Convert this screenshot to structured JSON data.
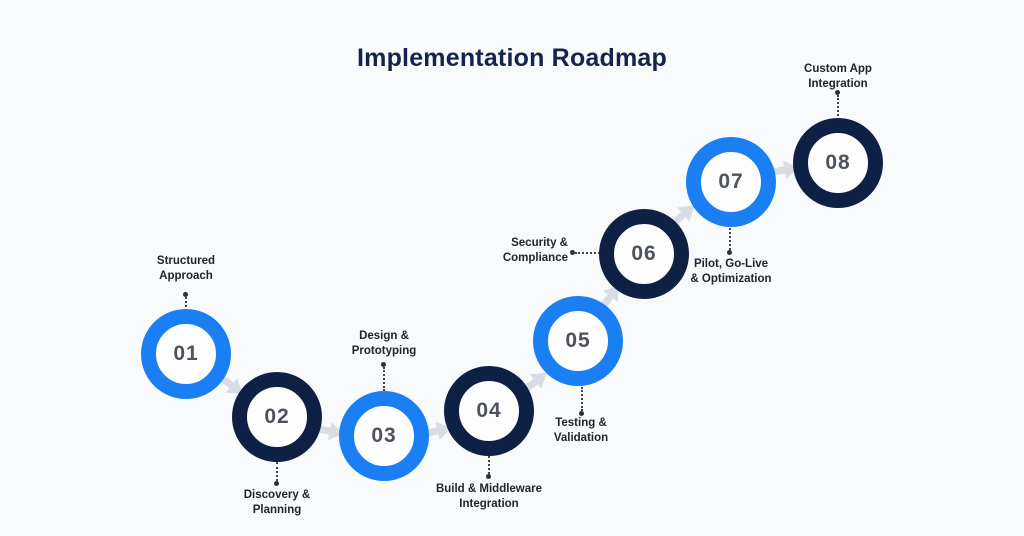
{
  "title": "Implementation Roadmap",
  "colors": {
    "background": "#f8fafc",
    "blue": "#1a7ff2",
    "navy": "#0e2145",
    "arrow": "#d9dde3",
    "number": "#4d525b",
    "label": "#20252c",
    "title": "#16234a"
  },
  "steps": [
    {
      "number": "01",
      "color": "blue",
      "label": "Structured Approach",
      "label_lines": [
        "Structured",
        "Approach"
      ],
      "label_position": "above"
    },
    {
      "number": "02",
      "color": "navy",
      "label": "Discovery & Planning",
      "label_lines": [
        "Discovery &",
        "Planning"
      ],
      "label_position": "below"
    },
    {
      "number": "03",
      "color": "blue",
      "label": "Design & Prototyping",
      "label_lines": [
        "Design &",
        "Prototyping"
      ],
      "label_position": "above"
    },
    {
      "number": "04",
      "color": "navy",
      "label": "Build & Middleware Integration",
      "label_lines": [
        "Build & Middleware",
        "Integration"
      ],
      "label_position": "below"
    },
    {
      "number": "05",
      "color": "blue",
      "label": "Testing & Validation",
      "label_lines": [
        "Testing &",
        "Validation"
      ],
      "label_position": "below"
    },
    {
      "number": "06",
      "color": "navy",
      "label": "Security & Compliance",
      "label_lines": [
        "Security &",
        "Compliance"
      ],
      "label_position": "left"
    },
    {
      "number": "07",
      "color": "blue",
      "label": "Pilot, Go-Live & Optimization",
      "label_lines": [
        "Pilot, Go-Live",
        "& Optimization"
      ],
      "label_position": "below"
    },
    {
      "number": "08",
      "color": "navy",
      "label": "Custom App Integration",
      "label_lines": [
        "Custom App",
        "Integration"
      ],
      "label_position": "above"
    }
  ]
}
